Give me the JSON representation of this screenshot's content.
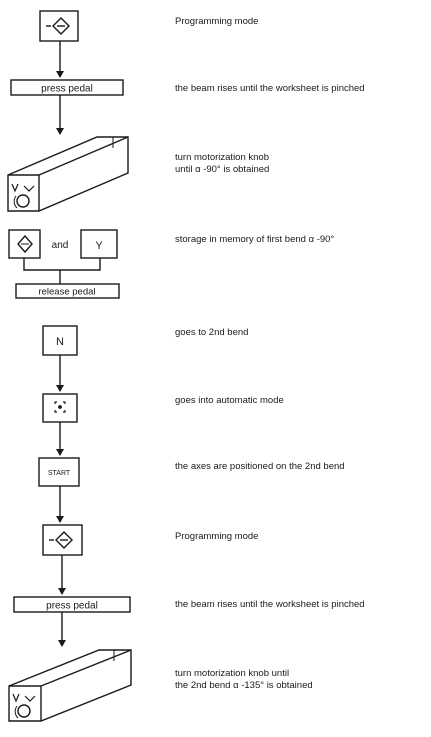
{
  "steps": [
    {
      "id": "s1",
      "box": "",
      "text": "Programming mode"
    },
    {
      "id": "s2",
      "box": "press pedal",
      "text": "the beam rises until the worksheet is pinched"
    },
    {
      "id": "s3",
      "box": "",
      "text": "turn motorization knob",
      "text2": "until α -90° is obtained"
    },
    {
      "id": "s4",
      "box": "Y",
      "joiner": "and",
      "text": "storage in memory of first bend α -90°"
    },
    {
      "id": "s4b",
      "box": "release pedal",
      "text": ""
    },
    {
      "id": "s5",
      "box": "N",
      "text": "goes to 2nd bend"
    },
    {
      "id": "s6",
      "box": "",
      "text": "goes into automatic mode"
    },
    {
      "id": "s7",
      "box": "START",
      "text": "the axes are positioned on the 2nd bend"
    },
    {
      "id": "s8",
      "box": "",
      "text": "Programming mode"
    },
    {
      "id": "s9",
      "box": "press pedal",
      "text": "the beam rises until the worksheet is pinched"
    },
    {
      "id": "s10",
      "box": "",
      "text": "turn motorization knob until",
      "text2": "the 2nd bend α -135° is obtained"
    }
  ],
  "icons": {
    "programming": "programming-mode-diamond-icon",
    "store": "diamond-store-icon",
    "automatic": "automatic-mode-icon",
    "beam": "motorized-beam-knob-icon"
  },
  "colors": {
    "ink": "#1a1a1a",
    "paper": "#ffffff"
  }
}
